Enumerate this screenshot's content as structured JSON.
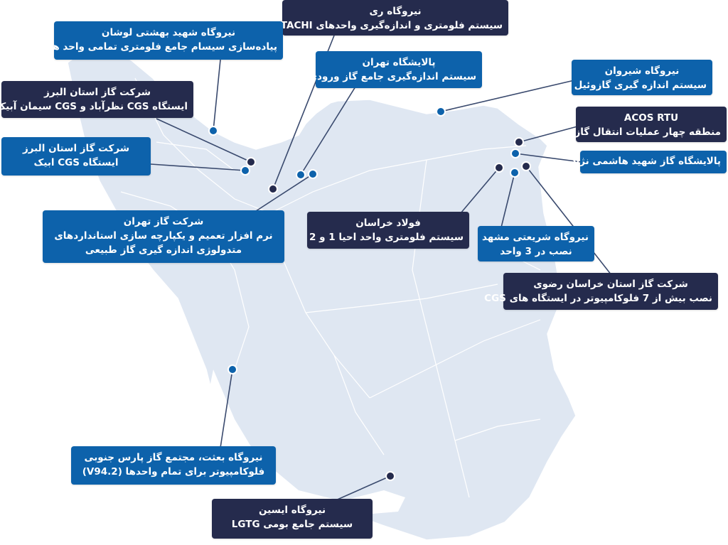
{
  "colors": {
    "land": "#dfe7f2",
    "border_lines": "#ffffff",
    "callout_blue": "#0d62ab",
    "callout_navy": "#252b4d",
    "dot_blue": "#0d62ab",
    "dot_navy": "#252b4d",
    "leader_line": "#3a4a6e"
  },
  "callouts": {
    "ray": {
      "line1": "نیروگاه ری",
      "line2": "سیستم فلومتری و اندازه‌گیری واحدهای HITACHI",
      "style": "navy"
    },
    "lowshan": {
      "line1": "نیروگاه شهید بهشتی لوشان",
      "line2": "پیاده‌سازی سیسام جامع فلومتری تمامی واحد ها",
      "style": "blue"
    },
    "tehran_refinery": {
      "line1": "پالایشگاه تهران",
      "line2": "سیستم اندازه‌گیری جامع گاز ورودی",
      "style": "blue"
    },
    "shirvan": {
      "line1": "نیروگاه شیروان",
      "line2": "سیستم اندازه گیری گازوئیل",
      "style": "blue"
    },
    "alborz_cgs": {
      "line1": "شرکت گاز استان البرز",
      "line2": "ایستگاه CGS نظرآباد و CGS سیمان آبیک",
      "style": "navy"
    },
    "acos": {
      "line1": "ACOS RTU",
      "line2": "منطقه چهار عملیات انتقال گاز",
      "style": "navy"
    },
    "alborz_abyek": {
      "line1": "شرکت گاز استان البرز",
      "line2": "ایستگاه CGS ابیک",
      "style": "blue"
    },
    "hashemi_nejad": {
      "line1": "پالایشگاه گاز شهید هاشمی نژاد",
      "line2": "",
      "style": "blue"
    },
    "tehran_gas": {
      "line1": "شرکت گاز تهران",
      "line2": "نرم افزار تعمیم و یکپارچه سازی استانداردهای",
      "line3": "متدولوژی اندازه گیری گاز طبیعی",
      "style": "blue"
    },
    "foolad": {
      "line1": "فولاد خراسان",
      "line2": "سیستم فلومتری واحد احیا 1 و 2",
      "style": "navy"
    },
    "mashhad": {
      "line1": "نیروگاه شریعتی مشهد",
      "line2": "نصب در 3 واحد",
      "style": "blue"
    },
    "khorasan_gas": {
      "line1": "شرکت گاز استان خراسان رضوی",
      "line2": "نصب بیش از 7 فلوکامپیوتر در ایستگاه های CGS",
      "style": "navy"
    },
    "besat": {
      "line1": "نیروگاه بعثت، مجتمع گاز پارس جنوبی",
      "line2": "فلوکامپیوتر برای تمام واحدها (V94.2)",
      "style": "blue"
    },
    "isin": {
      "line1": "نیروگاه ایسین",
      "line2": "سیستم جامع بومی LGTG",
      "style": "navy"
    }
  }
}
